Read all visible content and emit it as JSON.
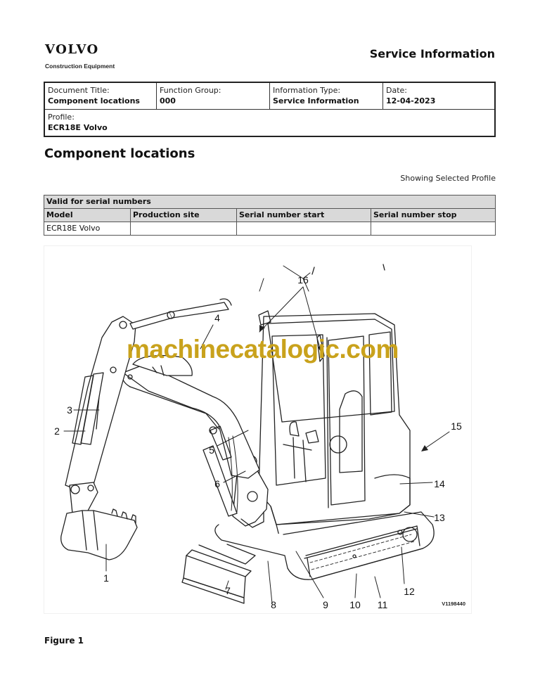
{
  "header": {
    "brand": "VOLVO",
    "brand_sub": "Construction Equipment",
    "doc_kind": "Service Information"
  },
  "meta": {
    "document_title_label": "Document Title:",
    "document_title": "Component locations",
    "function_group_label": "Function Group:",
    "function_group": "000",
    "information_type_label": "Information Type:",
    "information_type": "Service Information",
    "date_label": "Date:",
    "date": "12-04-2023",
    "profile_label": "Profile:",
    "profile": "ECR18E Volvo"
  },
  "page": {
    "title": "Component locations",
    "profile_note": "Showing Selected Profile"
  },
  "serial_table": {
    "caption": "Valid for serial numbers",
    "columns": [
      "Model",
      "Production site",
      "Serial number start",
      "Serial number stop"
    ],
    "rows": [
      [
        "ECR18E Volvo",
        "",
        "",
        ""
      ]
    ]
  },
  "figure": {
    "watermark": "machinecatalogic.com",
    "code": "V1198440",
    "caption": "Figure 1",
    "callouts": [
      "1",
      "2",
      "3",
      "4",
      "5",
      "6",
      "7",
      "8",
      "9",
      "10",
      "11",
      "12",
      "13",
      "14",
      "15",
      "16"
    ]
  }
}
